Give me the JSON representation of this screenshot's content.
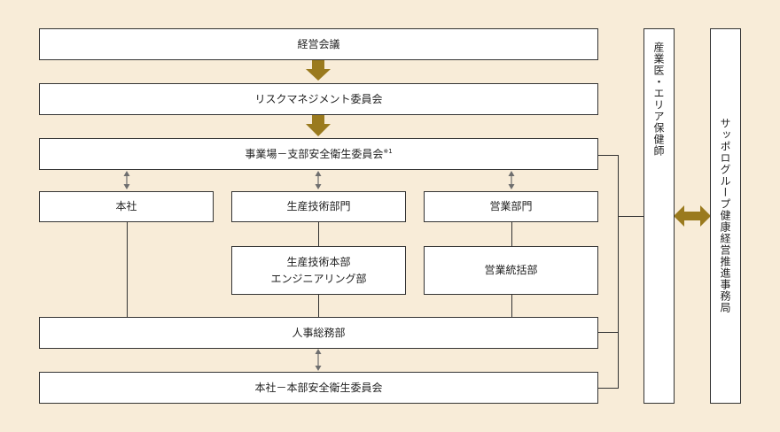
{
  "nodes": {
    "management_meeting": "経営会議",
    "risk_committee": "リスクマネジメント委員会",
    "site_committee": "事業場－支部安全衛生委員会",
    "site_committee_note": "※1",
    "head_office": "本社",
    "production_dept": "生産技術部門",
    "sales_dept": "営業部門",
    "production_engineering_line1": "生産技術本部",
    "production_engineering_line2": "エンジニアリング部",
    "sales_general": "営業統括部",
    "hr_general_affairs": "人事総務部",
    "hq_committee": "本社－本部安全衛生委員会",
    "occupational_doctors": "産業医・エリア保健師",
    "health_office": "サッポログループ健康経営推進事務局"
  },
  "colors": {
    "background": "#f8ecd8",
    "arrow_gold": "#9a7a1e",
    "small_arrow": "#6e6e6e",
    "line": "#333333"
  }
}
